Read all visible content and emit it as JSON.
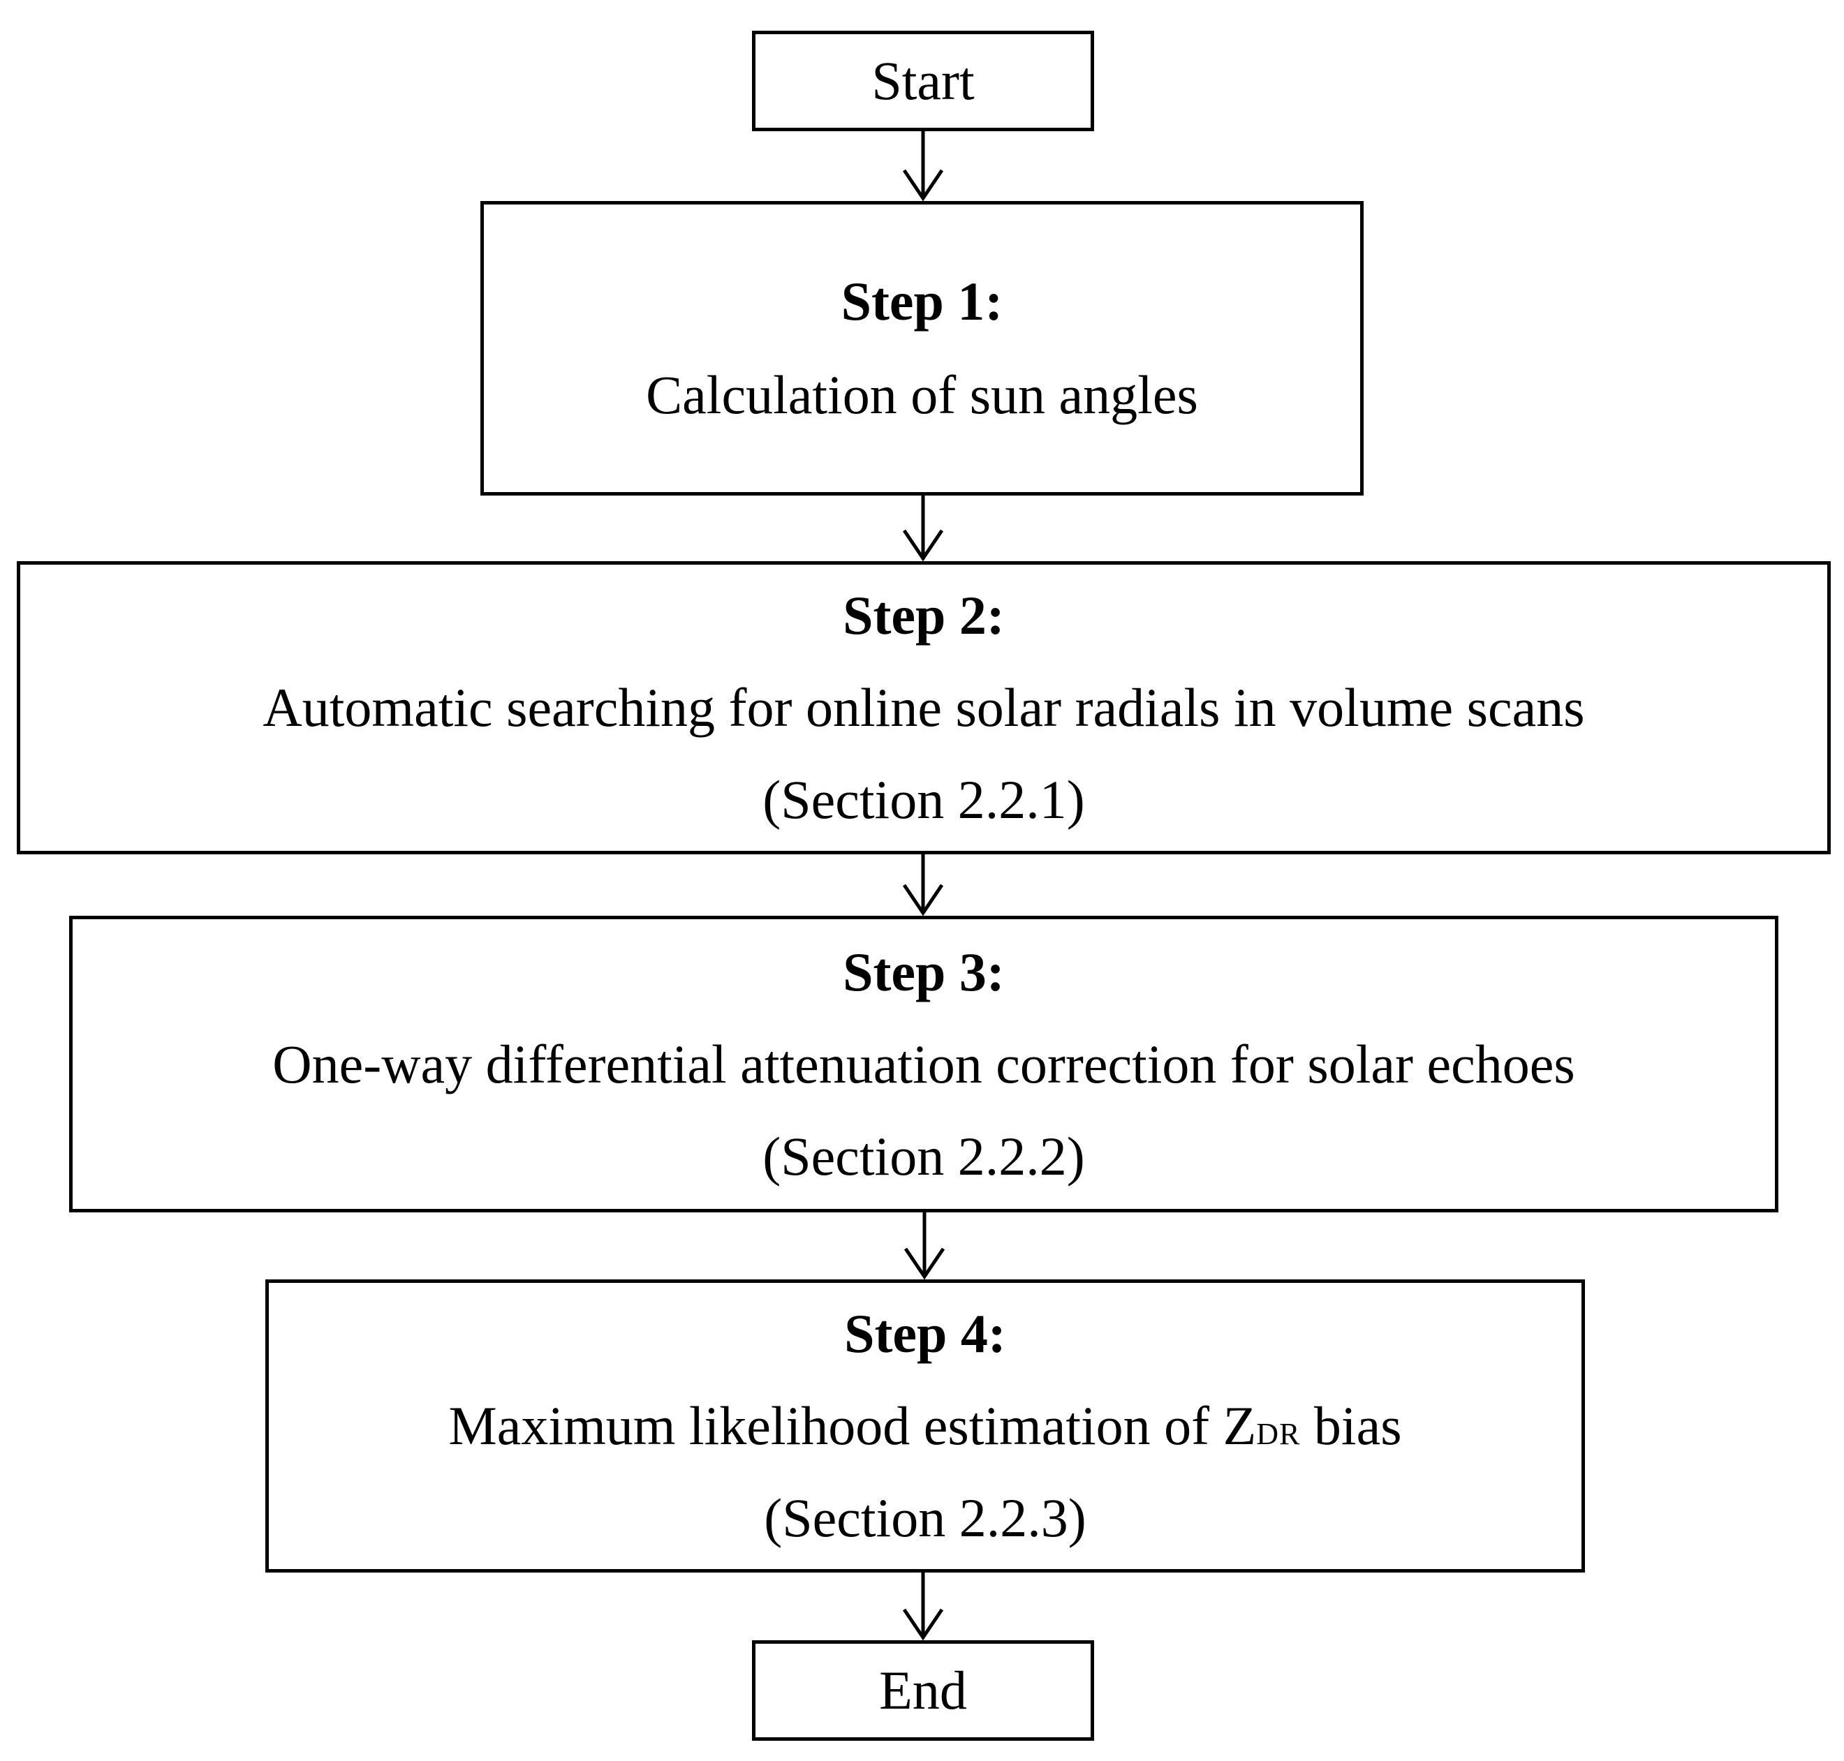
{
  "flowchart": {
    "start_label": "Start",
    "end_label": "End",
    "steps": [
      {
        "title": "Step 1:",
        "text": "Calculation of sun angles",
        "section": ""
      },
      {
        "title": "Step 2:",
        "text": "Automatic searching for online solar radials in volume scans",
        "section": "(Section 2.2.1)"
      },
      {
        "title": "Step 3:",
        "text": "One-way differential attenuation correction for solar echoes",
        "section": "(Section 2.2.2)"
      },
      {
        "title": "Step 4:",
        "text_before": "Maximum likelihood estimation of Z",
        "subscript": "DR",
        "text_after": " bias",
        "section": "(Section 2.2.3)"
      }
    ]
  }
}
